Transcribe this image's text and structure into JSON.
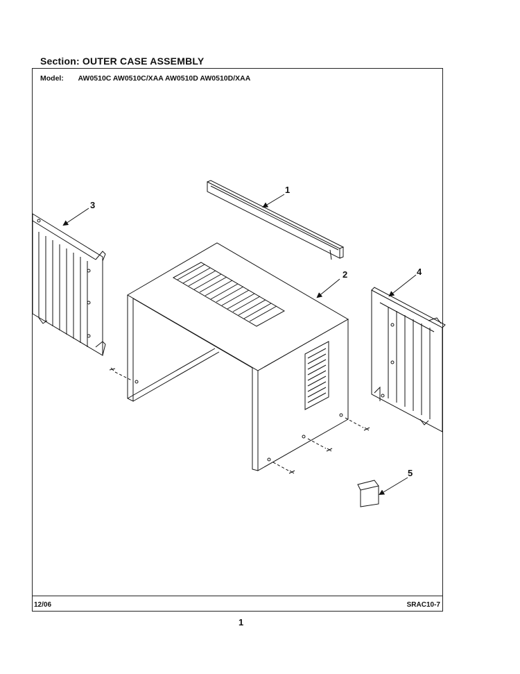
{
  "header": {
    "section_label": "Section:",
    "section_title": "OUTER CASE ASSEMBLY",
    "model_label": "Model:",
    "models": "AW0510C AW0510C/XAA AW0510D AW0510D/XAA"
  },
  "callouts": {
    "part_1": "1",
    "part_2": "2",
    "part_3": "3",
    "part_4": "4",
    "part_5": "5"
  },
  "footer": {
    "date": "12/06",
    "code": "SRAC10-7"
  },
  "page_number": "1"
}
